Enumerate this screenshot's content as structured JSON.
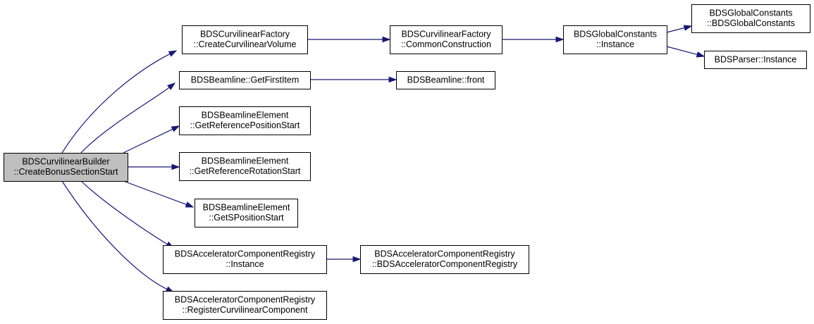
{
  "colors": {
    "edge": "#191970",
    "node_fill": "#ffffff",
    "root_fill": "#bfbfbf",
    "node_border": "#000000"
  },
  "nodes": [
    {
      "id": "root",
      "lines": [
        "BDSCurvilinearBuilder",
        "::CreateBonusSectionStart"
      ],
      "highlighted": true
    },
    {
      "id": "cf_create_volume",
      "lines": [
        "BDSCurvilinearFactory",
        "::CreateCurvilinearVolume"
      ]
    },
    {
      "id": "cf_common_construction",
      "lines": [
        "BDSCurvilinearFactory",
        "::CommonConstruction"
      ]
    },
    {
      "id": "gc_instance",
      "lines": [
        "BDSGlobalConstants",
        "::Instance"
      ]
    },
    {
      "id": "gc_ctor",
      "lines": [
        "BDSGlobalConstants",
        "::BDSGlobalConstants"
      ]
    },
    {
      "id": "parser_instance",
      "lines": [
        "BDSParser::Instance"
      ]
    },
    {
      "id": "bl_first_item",
      "lines": [
        "BDSBeamline::GetFirstItem"
      ]
    },
    {
      "id": "bl_front",
      "lines": [
        "BDSBeamline::front"
      ]
    },
    {
      "id": "ble_ref_pos_start",
      "lines": [
        "BDSBeamlineElement",
        "::GetReferencePositionStart"
      ]
    },
    {
      "id": "ble_ref_rot_start",
      "lines": [
        "BDSBeamlineElement",
        "::GetReferenceRotationStart"
      ]
    },
    {
      "id": "ble_s_pos_start",
      "lines": [
        "BDSBeamlineElement",
        "::GetSPositionStart"
      ]
    },
    {
      "id": "acr_instance",
      "lines": [
        "BDSAcceleratorComponentRegistry",
        "::Instance"
      ]
    },
    {
      "id": "acr_ctor",
      "lines": [
        "BDSAcceleratorComponentRegistry",
        "::BDSAcceleratorComponentRegistry"
      ]
    },
    {
      "id": "acr_register",
      "lines": [
        "BDSAcceleratorComponentRegistry",
        "::RegisterCurvilinearComponent"
      ]
    }
  ],
  "edges": [
    {
      "from": "root",
      "to": "cf_create_volume"
    },
    {
      "from": "root",
      "to": "bl_first_item"
    },
    {
      "from": "root",
      "to": "ble_ref_pos_start"
    },
    {
      "from": "root",
      "to": "ble_ref_rot_start"
    },
    {
      "from": "root",
      "to": "ble_s_pos_start"
    },
    {
      "from": "root",
      "to": "acr_instance"
    },
    {
      "from": "root",
      "to": "acr_register"
    },
    {
      "from": "cf_create_volume",
      "to": "cf_common_construction"
    },
    {
      "from": "cf_common_construction",
      "to": "gc_instance"
    },
    {
      "from": "gc_instance",
      "to": "gc_ctor"
    },
    {
      "from": "gc_instance",
      "to": "parser_instance"
    },
    {
      "from": "bl_first_item",
      "to": "bl_front"
    },
    {
      "from": "acr_instance",
      "to": "acr_ctor"
    }
  ]
}
